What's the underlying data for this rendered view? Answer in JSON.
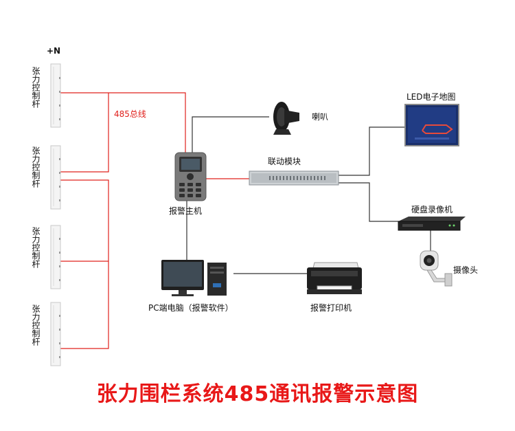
{
  "pole_top_label": "+N",
  "bus_label": "485总线",
  "poles": [
    {
      "label": "张力控制杆"
    },
    {
      "label": "张力控制杆"
    },
    {
      "label": "张力控制杆"
    },
    {
      "label": "张力控制杆"
    }
  ],
  "devices": {
    "alarm_host": "报警主机",
    "speaker": "喇叭",
    "linkage_module": "联动模块",
    "led_map": "LED电子地图",
    "nvr": "硬盘录像机",
    "camera": "摄像头",
    "pc": "PC端电脑（报警软件）",
    "printer": "报警打印机"
  },
  "title": "张力围栏系统485通讯报警示意图",
  "colors": {
    "bus": "#e0201c",
    "wire": "#333333",
    "title": "#e81818"
  }
}
